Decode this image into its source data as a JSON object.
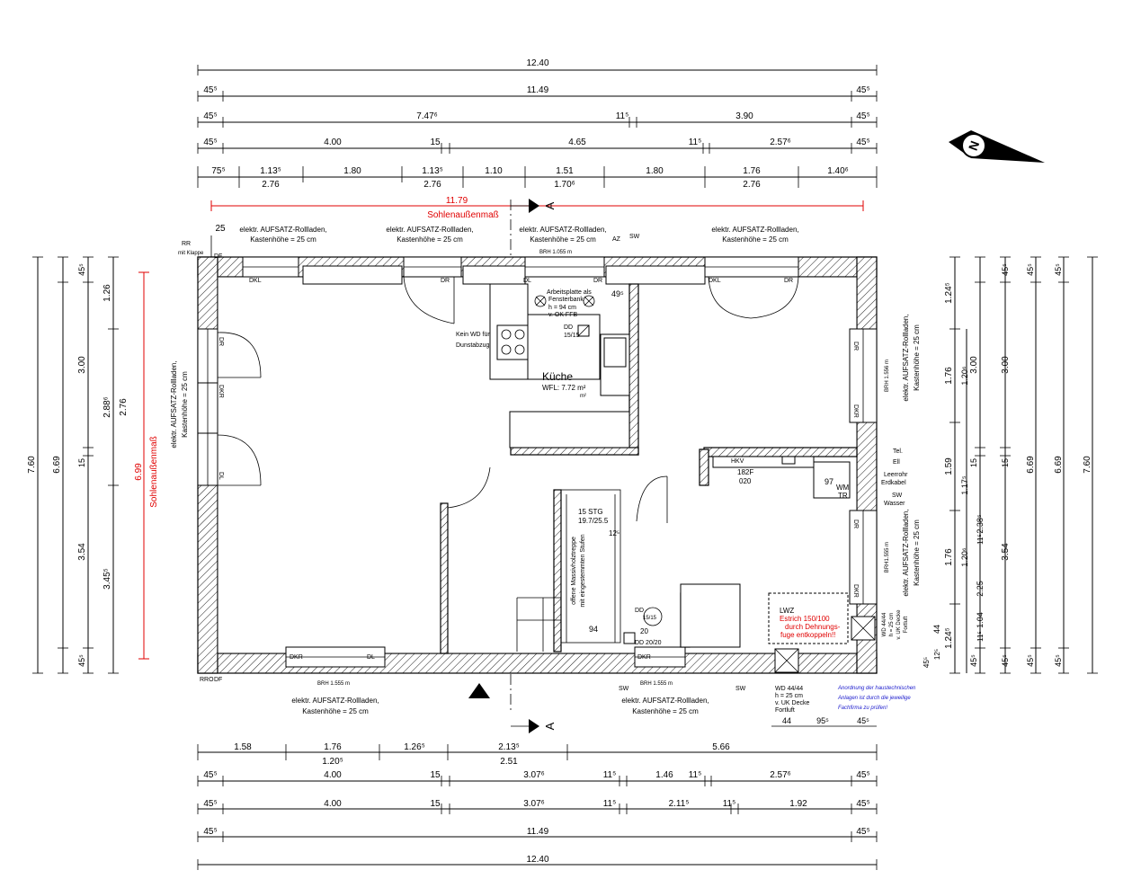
{
  "top_dims": {
    "row1": [
      "12.40"
    ],
    "row2": [
      "45⁵",
      "11.49",
      "45⁵"
    ],
    "row3": [
      "45⁵",
      "7.47⁶",
      "11⁵",
      "3.90",
      "45⁵"
    ],
    "row4": [
      "45⁵",
      "4.00",
      "15",
      "4.65",
      "11⁵",
      "2.57⁶",
      "45⁵"
    ],
    "row5": [
      "75⁵",
      "1.13⁵",
      "1.80",
      "1.13⁵",
      "1.10",
      "1.51",
      "1.80",
      "1.76",
      "1.40⁶"
    ],
    "row5b": [
      "2.76",
      "2.76",
      "1.70⁶",
      "2.76"
    ]
  },
  "bottom_dims": {
    "row1": [
      "1.58",
      "1.76",
      "1.26⁵",
      "2.13⁵",
      "5.66"
    ],
    "row1b": [
      "1.20⁵",
      "2.51"
    ],
    "row2": [
      "45⁵",
      "4.00",
      "15",
      "3.07⁶",
      "11⁵",
      "1.46",
      "11⁵",
      "2.57⁶",
      "45⁵"
    ],
    "row3": [
      "45⁵",
      "4.00",
      "15",
      "3.07⁶",
      "11⁵",
      "2.11⁵",
      "11⁵",
      "1.92",
      "45⁵"
    ],
    "row4": [
      "45⁵",
      "11.49",
      "45⁵"
    ],
    "row5": [
      "12.40"
    ]
  },
  "left_dims": {
    "outer": "7.60",
    "middle": "6.69",
    "col3": [
      "45⁵",
      "3.00",
      "15",
      "3.54",
      "45⁵"
    ],
    "col4": [
      "1.26",
      "2.88⁶",
      "3.45⁵"
    ],
    "col5": "2.76",
    "socle_value": "6.99",
    "socle_label": "Sohlenaußenmaß"
  },
  "right_dims": {
    "col1": [
      "1.24⁵",
      "1.76",
      "1.59",
      "1.76",
      "1.24⁵"
    ],
    "col2": [
      "1.20⁶",
      "1.17⁵",
      "1.20⁶",
      "44",
      "12⁵",
      "45⁵"
    ],
    "col3": [
      "3.00",
      "15",
      "2.38⁵",
      "11⁵",
      "2.25",
      "1.04",
      "11⁵",
      "45⁵"
    ],
    "col4": [
      "45⁵",
      "3.00",
      "15",
      "3.54",
      "45⁵"
    ],
    "col5": [
      "45⁵",
      "6.69",
      "45⁵"
    ],
    "outer": "7.60"
  },
  "socle_top": {
    "value": "11.79",
    "label": "Sohlenaußenmaß"
  },
  "offset_25": "25",
  "roller_shutter": "elektr. AUFSATZ-Rollladen,",
  "box_height": "Kastenhöhe = 25 cm",
  "rr_label": "RR",
  "rr_label2": "mit Klappe",
  "rro_label": "RRO",
  "df_label": "DF",
  "labels": {
    "dkl": "DKL",
    "dr": "DR",
    "dkr": "DKR",
    "dl": "DL",
    "sw": "SW",
    "az": "AZ",
    "brh_1055": "BRH 1.055 m",
    "brh_1555": "BRH 1.555 m",
    "brh_1556": "BRH 1.556 m",
    "brh_1555b": "BRH1.555 m"
  },
  "kitchen": {
    "name": "Küche",
    "area": "WFL: 7.72 m²",
    "note1": "Arbeitsplatte als",
    "note2": "Fensterbank",
    "note3": "h = 94 cm",
    "note4": "v. OK FFB",
    "no_wd1": "Kein WD für",
    "no_wd2": "Dunstabzug",
    "dd": "DD",
    "dd_size": "15/15",
    "dim_49": "49⁵",
    "area_sup": "m²"
  },
  "stairs": {
    "steps": "15 STG",
    "rise": "19.7/25.5",
    "note1": "offene Massivholztreppe",
    "note2": "mit eingestemmten Stufen",
    "dim_94": "94",
    "dim_12": "12⁵"
  },
  "utility": {
    "hkv": "HKV",
    "size1": "182F",
    "size2": "020",
    "wm": "WM",
    "tr": "TR",
    "dim_97": "97",
    "tel": "Tel.",
    "el": "Ell",
    "leerrohr1": "Leerrohr",
    "leerrohr2": "Erdkabel",
    "sw": "SW",
    "wasser": "Wasser",
    "dd": "DD",
    "dd_size": "15/15",
    "dim_20": "20",
    "dd2": "DD 20/20"
  },
  "lwz": {
    "title": "LWZ",
    "line1": "Estrich 150/100",
    "line2": "durch Dehnungs-",
    "line3": "fuge entkoppeln!!"
  },
  "wd_right": {
    "line1": "WD 44/44",
    "line2": "h = 25 cm",
    "line3": "v. UK Decke",
    "line4": "Fortluft"
  },
  "wd_bottom": {
    "line1": "WD 44/44",
    "line2": "h = 25 cm",
    "line3": "v. UK Decke",
    "line4": "Fortluft"
  },
  "blue_note": {
    "line1": "Anordnung der haustechnischen",
    "line2": "Anlagen ist durch die jeweilige",
    "line3": "Fachfirma zu prüfen!"
  },
  "small_dims": [
    "44",
    "95⁵",
    "45⁵"
  ],
  "section_marker": "A"
}
